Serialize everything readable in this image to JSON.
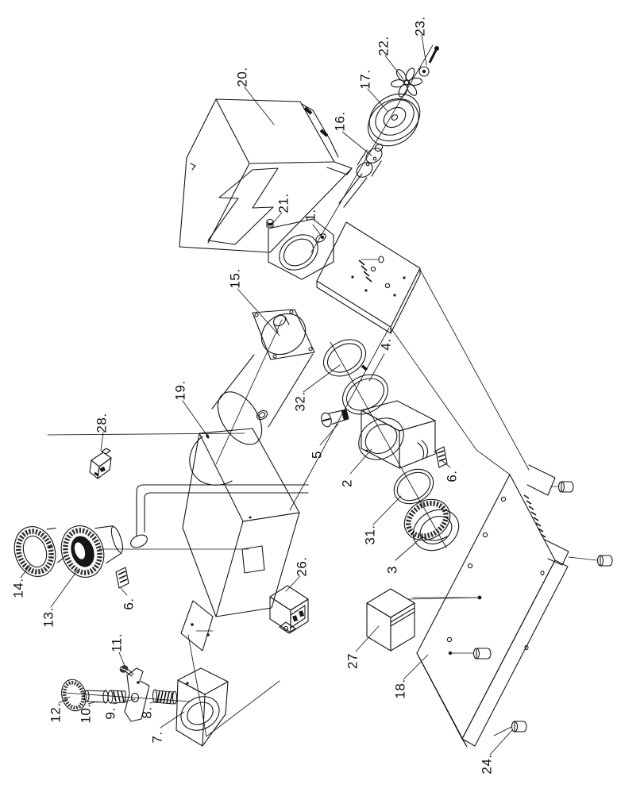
{
  "diagram": {
    "type": "exploded-parts-line-drawing",
    "background": "#ffffff",
    "line_color": "#161616",
    "labels": [
      {
        "part": "23",
        "text": "23."
      },
      {
        "part": "22",
        "text": "22."
      },
      {
        "part": "17",
        "text": "17."
      },
      {
        "part": "20",
        "text": "20."
      },
      {
        "part": "16",
        "text": "16."
      },
      {
        "part": "21",
        "text": "21."
      },
      {
        "part": "1",
        "text": "1."
      },
      {
        "part": "15",
        "text": "15."
      },
      {
        "part": "19",
        "text": "19."
      },
      {
        "part": "32",
        "text": "32."
      },
      {
        "part": "4",
        "text": "4."
      },
      {
        "part": "5",
        "text": "5"
      },
      {
        "part": "2",
        "text": "2"
      },
      {
        "part": "6",
        "text": "6."
      },
      {
        "part": "31",
        "text": "31."
      },
      {
        "part": "3",
        "text": "3"
      },
      {
        "part": "28",
        "text": "28."
      },
      {
        "part": "14",
        "text": "14."
      },
      {
        "part": "13",
        "text": "13."
      },
      {
        "part": "6b",
        "text": "6."
      },
      {
        "part": "26",
        "text": "26."
      },
      {
        "part": "11",
        "text": "11."
      },
      {
        "part": "12",
        "text": "12."
      },
      {
        "part": "10",
        "text": "10."
      },
      {
        "part": "9",
        "text": "9."
      },
      {
        "part": "8",
        "text": "8."
      },
      {
        "part": "7",
        "text": "7."
      },
      {
        "part": "27",
        "text": "27"
      },
      {
        "part": "18",
        "text": "18."
      },
      {
        "part": "24",
        "text": "24."
      }
    ]
  }
}
